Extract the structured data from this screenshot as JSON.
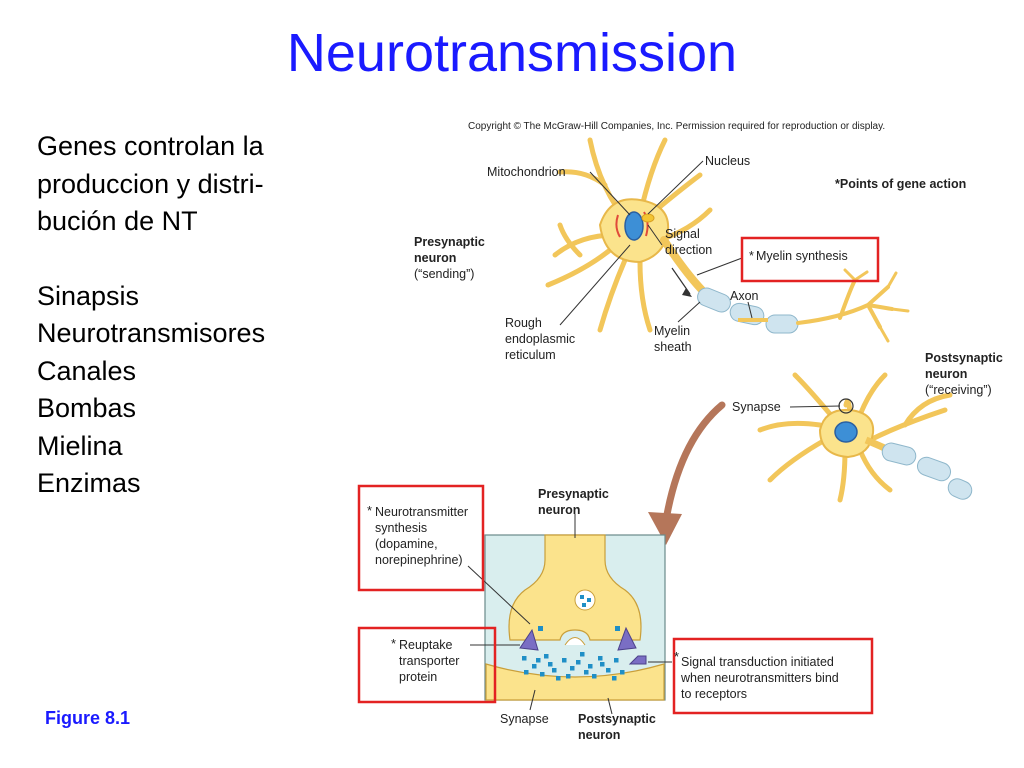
{
  "title": "Neurotransmission",
  "left_text": {
    "intro": [
      "Genes controlan la",
      "produccion y distri-",
      "bución de NT"
    ],
    "items": [
      "Sinapsis",
      "Neurotransmisores",
      "Canales",
      "Bombas",
      "Mielina",
      "Enzimas"
    ]
  },
  "figure_label": "Figure 8.1",
  "diagram": {
    "copyright": "Copyright © The McGraw-Hill Companies, Inc. Permission required for reproduction or display.",
    "gene_action_note": "*Points of gene action",
    "mitochondrion": "Mitochondrion",
    "nucleus": "Nucleus",
    "signal_direction": [
      "Signal",
      "direction"
    ],
    "presynaptic_title": [
      "Presynaptic",
      "neuron"
    ],
    "presynaptic_sub": "(“sending”)",
    "myelin_synthesis": "Myelin synthesis",
    "axon": "Axon",
    "rough_er": [
      "Rough",
      "endoplasmic",
      "reticulum"
    ],
    "myelin_sheath": [
      "Myelin",
      "sheath"
    ],
    "postsynaptic_title": [
      "Postsynaptic",
      "neuron"
    ],
    "postsynaptic_sub": "(“receiving”)",
    "synapse_upper": "Synapse",
    "inset_presynaptic": [
      "Presynaptic",
      "neuron"
    ],
    "nt_synthesis": [
      "Neurotransmitter",
      "synthesis",
      "(dopamine,",
      "norepinephrine)"
    ],
    "reuptake": [
      "Reuptake",
      "transporter",
      "protein"
    ],
    "signal_transduction": [
      "Signal transduction initiated",
      "when neurotransmitters bind",
      "to receptors"
    ],
    "synapse_lower": "Synapse",
    "inset_postsynaptic": [
      "Postsynaptic",
      "neuron"
    ],
    "asterisk": "*"
  },
  "colors": {
    "title": "#1a1aff",
    "neuron_fill": "#fbe38c",
    "neuron_stroke": "#e8b84a",
    "myelin": "#cfe4ef",
    "highlight_box": "#e32222",
    "inset_bg": "#d9eeee",
    "arrow": "#b5765a",
    "neurotransmitter": "#1f8fc6"
  }
}
